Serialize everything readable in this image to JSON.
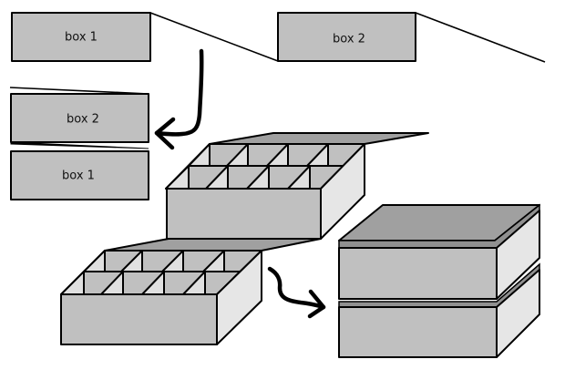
{
  "diagram": {
    "description": "Folding a two-panel strip into stacked boxes",
    "colors": {
      "box_face": "#c0c0c0",
      "lid_dark": "#a0a0a0",
      "side_light": "#e6e6e6",
      "divider_light": "#e0e0e0",
      "outline": "#000000",
      "background": "#ffffff"
    },
    "step1": {
      "panels": [
        {
          "label": "box 1"
        },
        {
          "label": "box 2"
        }
      ]
    },
    "step2": {
      "panels": [
        {
          "label": "box 2"
        },
        {
          "label": "box 1"
        }
      ]
    },
    "step3": {
      "compartment_rows": 2,
      "compartment_cols": 4,
      "boxes": [
        "upper-open-box",
        "lower-open-box"
      ]
    },
    "step4": {
      "stacked_boxes": 2
    },
    "arrows": [
      {
        "name": "fold-arrow",
        "from": "step1",
        "to": "step2"
      },
      {
        "name": "assemble-arrow",
        "from": "step3",
        "to": "step4"
      }
    ]
  }
}
